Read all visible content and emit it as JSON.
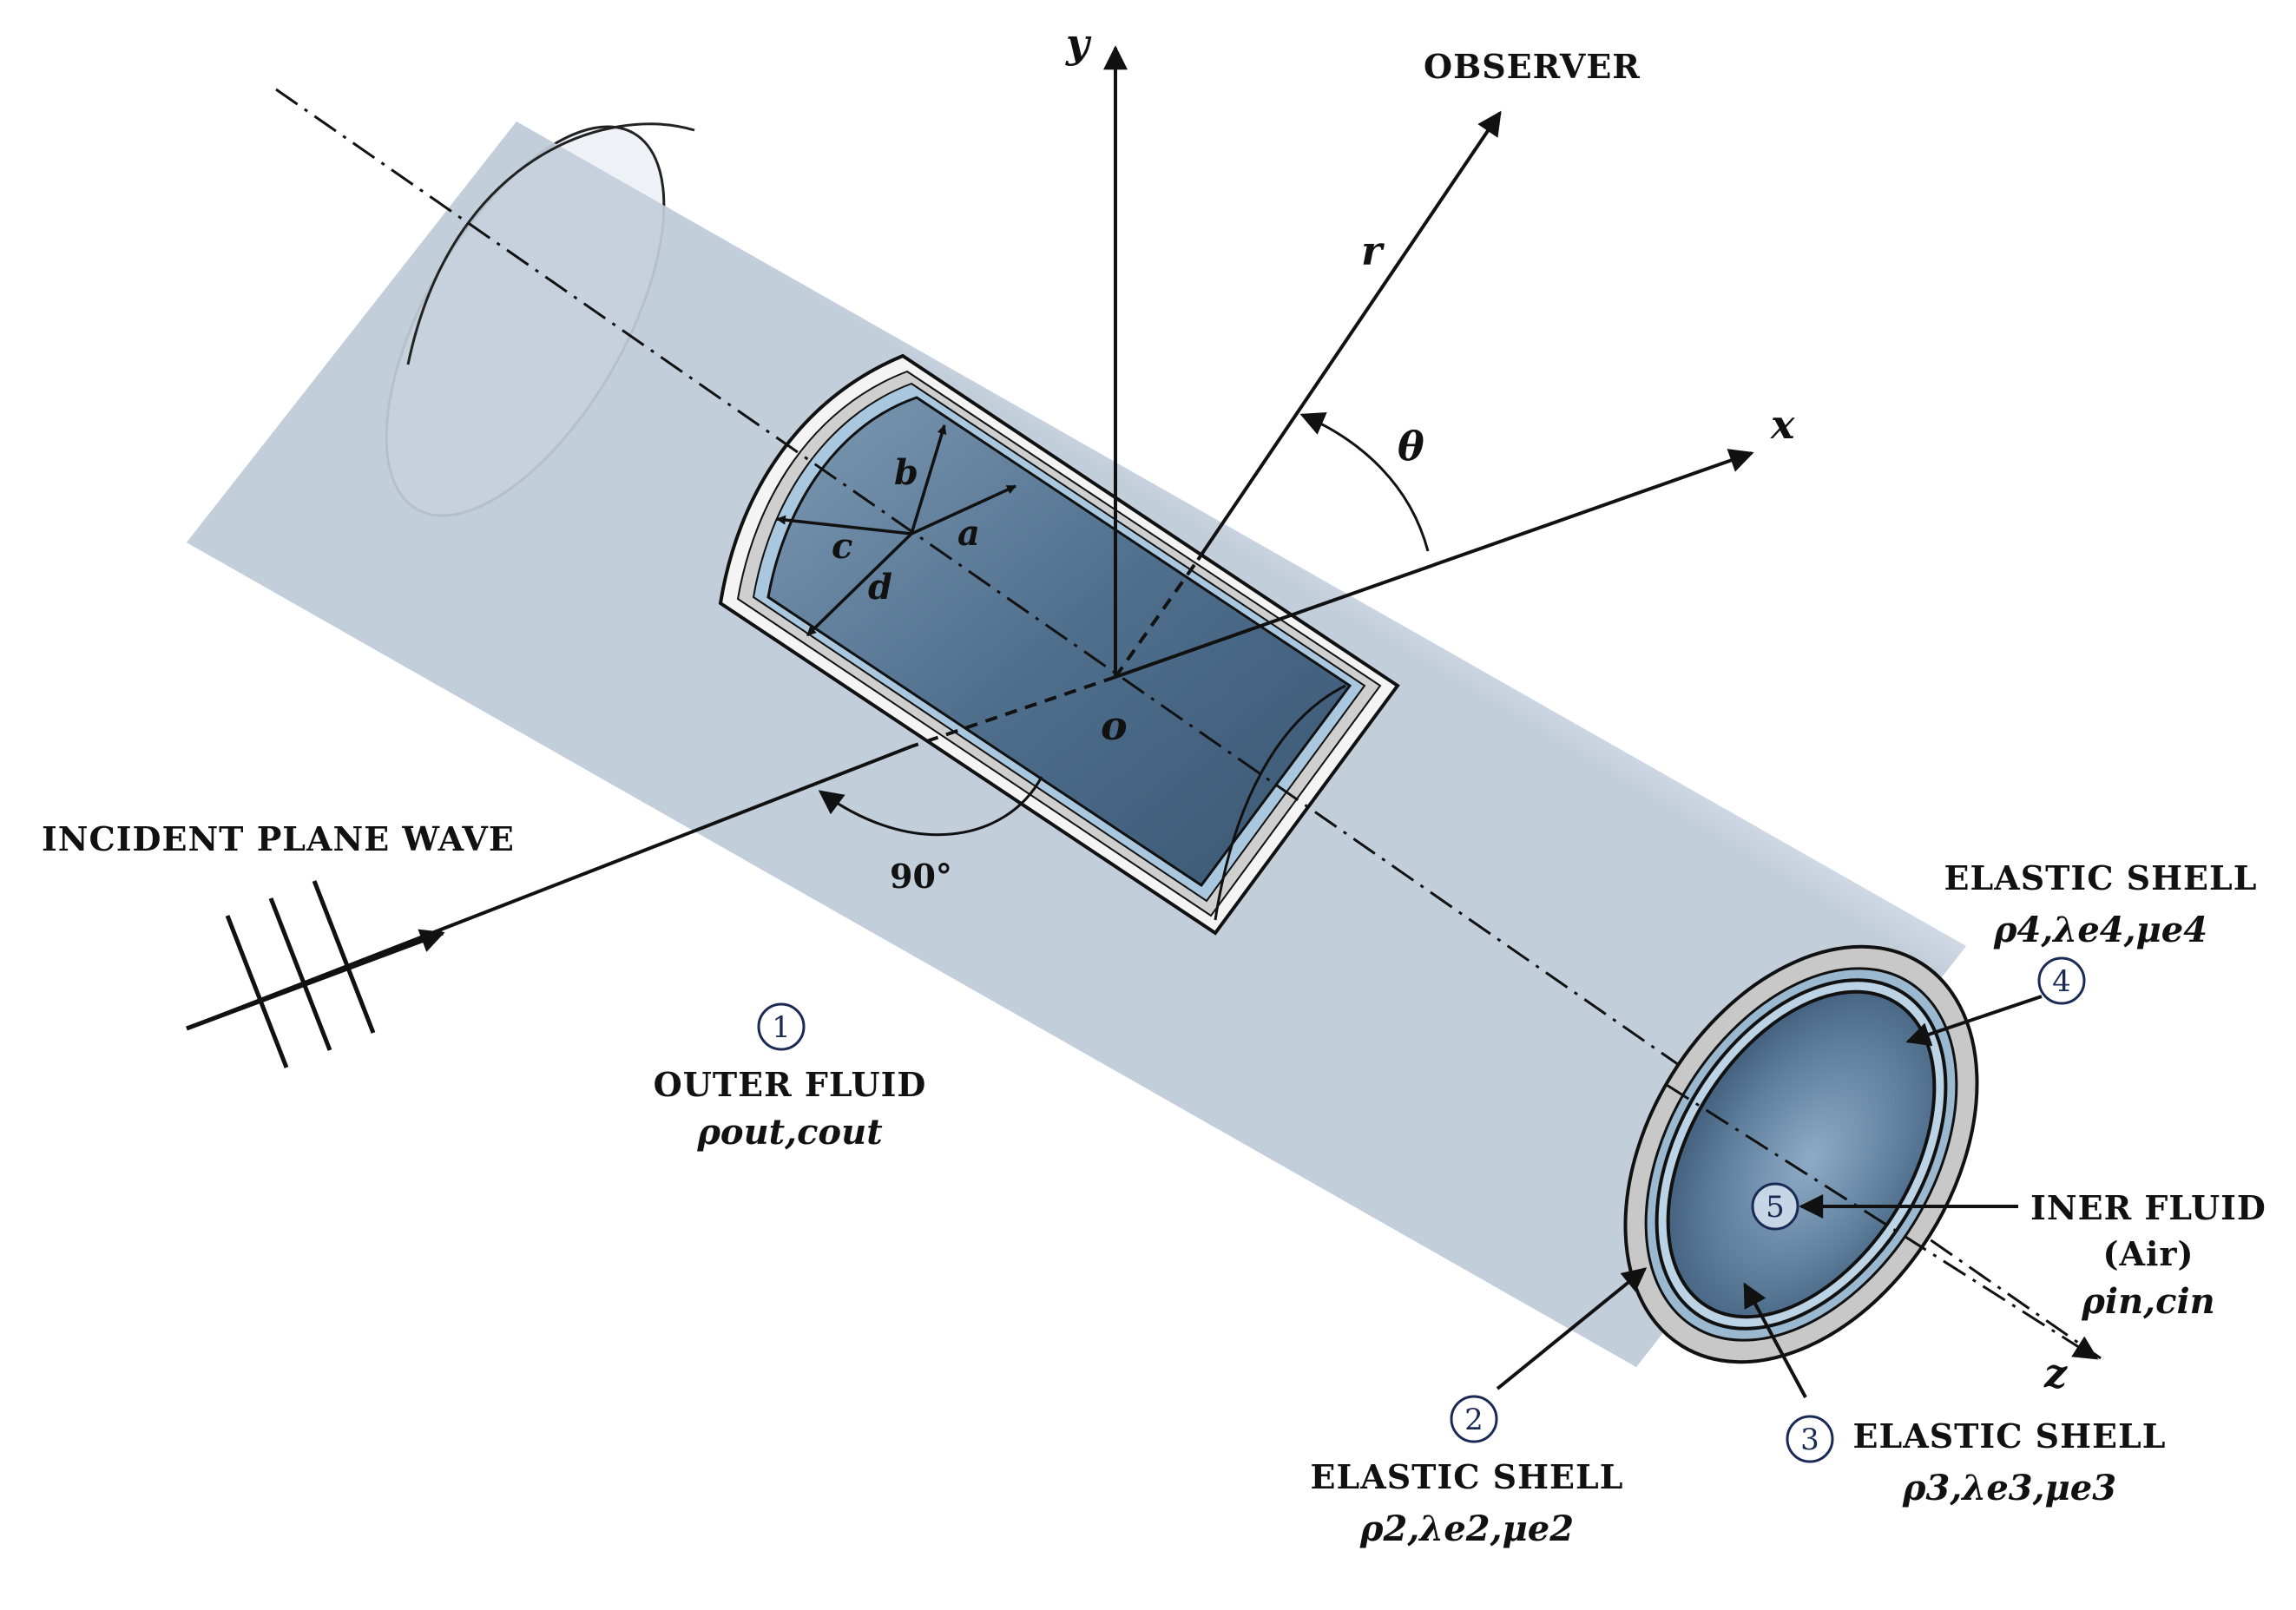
{
  "axes": {
    "y": "y",
    "x": "x",
    "z": "z",
    "origin": "o",
    "r": "r",
    "theta": "θ"
  },
  "labels": {
    "observer": "OBSERVER",
    "incident_wave": "INCIDENT PLANE WAVE",
    "angle_90": "90°",
    "radius_a": "a",
    "radius_b": "b",
    "radius_c": "c",
    "radius_d": "d"
  },
  "regions": [
    {
      "num": "1",
      "name": "OUTER FLUID",
      "params": "ρout,cout"
    },
    {
      "num": "2",
      "name": "ELASTIC SHELL",
      "params": "ρ2,λe2,μe2"
    },
    {
      "num": "3",
      "name": "ELASTIC SHELL",
      "params": "ρ3,λe3,μe3"
    },
    {
      "num": "4",
      "name": "ELASTIC SHELL",
      "params": "ρ4,λe4,μe4"
    },
    {
      "num": "5",
      "name_line1": "INER FLUID",
      "name_line2": "(Air)",
      "params": "ρin,cin"
    }
  ],
  "colors": {
    "pipe_light": "#eef3fa",
    "pipe_dark": "#c9d4e2",
    "inner_blue": "#5b7b98",
    "shell_gray": "#c8c8c8",
    "circle_num": "#1a2a55"
  }
}
